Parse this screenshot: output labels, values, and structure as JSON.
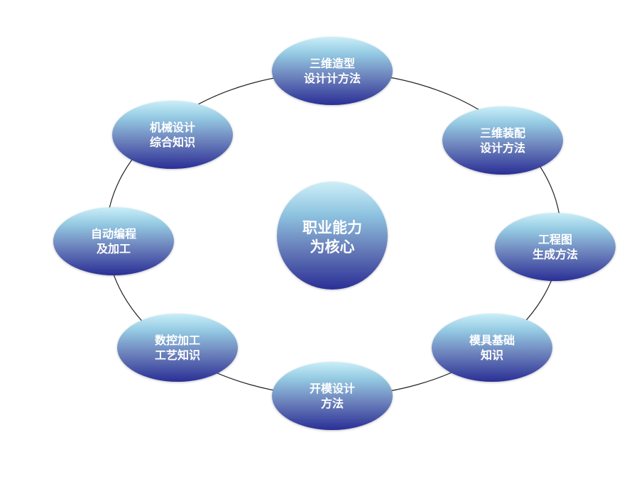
{
  "center": {
    "lines": [
      "职业能力",
      "为核心"
    ]
  },
  "nodes": [
    {
      "id": "3d-modeling",
      "lines": [
        "三维造型",
        "设计计方法"
      ]
    },
    {
      "id": "3d-assembly",
      "lines": [
        "三维装配",
        "设计方法"
      ]
    },
    {
      "id": "engineering-drawing",
      "lines": [
        "工程图",
        "生成方法"
      ]
    },
    {
      "id": "mold-basics",
      "lines": [
        "模具基础",
        "知识"
      ]
    },
    {
      "id": "mold-design",
      "lines": [
        "开模设计",
        "方法"
      ]
    },
    {
      "id": "cnc-process",
      "lines": [
        "数控加工",
        "工艺知识"
      ]
    },
    {
      "id": "auto-programming",
      "lines": [
        "自动编程",
        "及加工"
      ]
    },
    {
      "id": "mechanical-design",
      "lines": [
        "机械设计",
        "综合知识"
      ]
    }
  ],
  "colors": {
    "gradient_top": "#a9dcef",
    "gradient_mid": "#6f8fc0",
    "gradient_bottom": "#2a2f96",
    "ring_stroke": "#222222",
    "text": "#ffffff"
  }
}
